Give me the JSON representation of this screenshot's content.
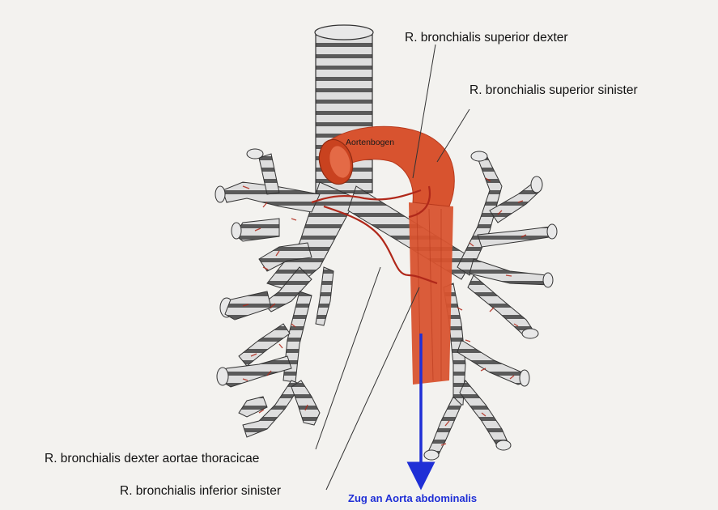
{
  "diagram": {
    "labels": {
      "sup_dexter": "R. bronchialis superior dexter",
      "sup_sinister": "R. bronchialis superior sinister",
      "dexter_aortae": "R. bronchialis dexter aortae thoracicae",
      "inf_sinister": "R. bronchialis inferior sinister",
      "aortic_arch": "Aortenbogen",
      "pull": "Zug an Aorta abdominalis"
    },
    "colors": {
      "aorta": "#d8532f",
      "aorta_dark": "#b8391c",
      "cartilage": "#d9d9d9",
      "cartilage_edge": "#4a4a4a",
      "vessel": "#b0281a",
      "pull_arrow": "#1f2fd6",
      "background": "#f3f2ef"
    }
  }
}
